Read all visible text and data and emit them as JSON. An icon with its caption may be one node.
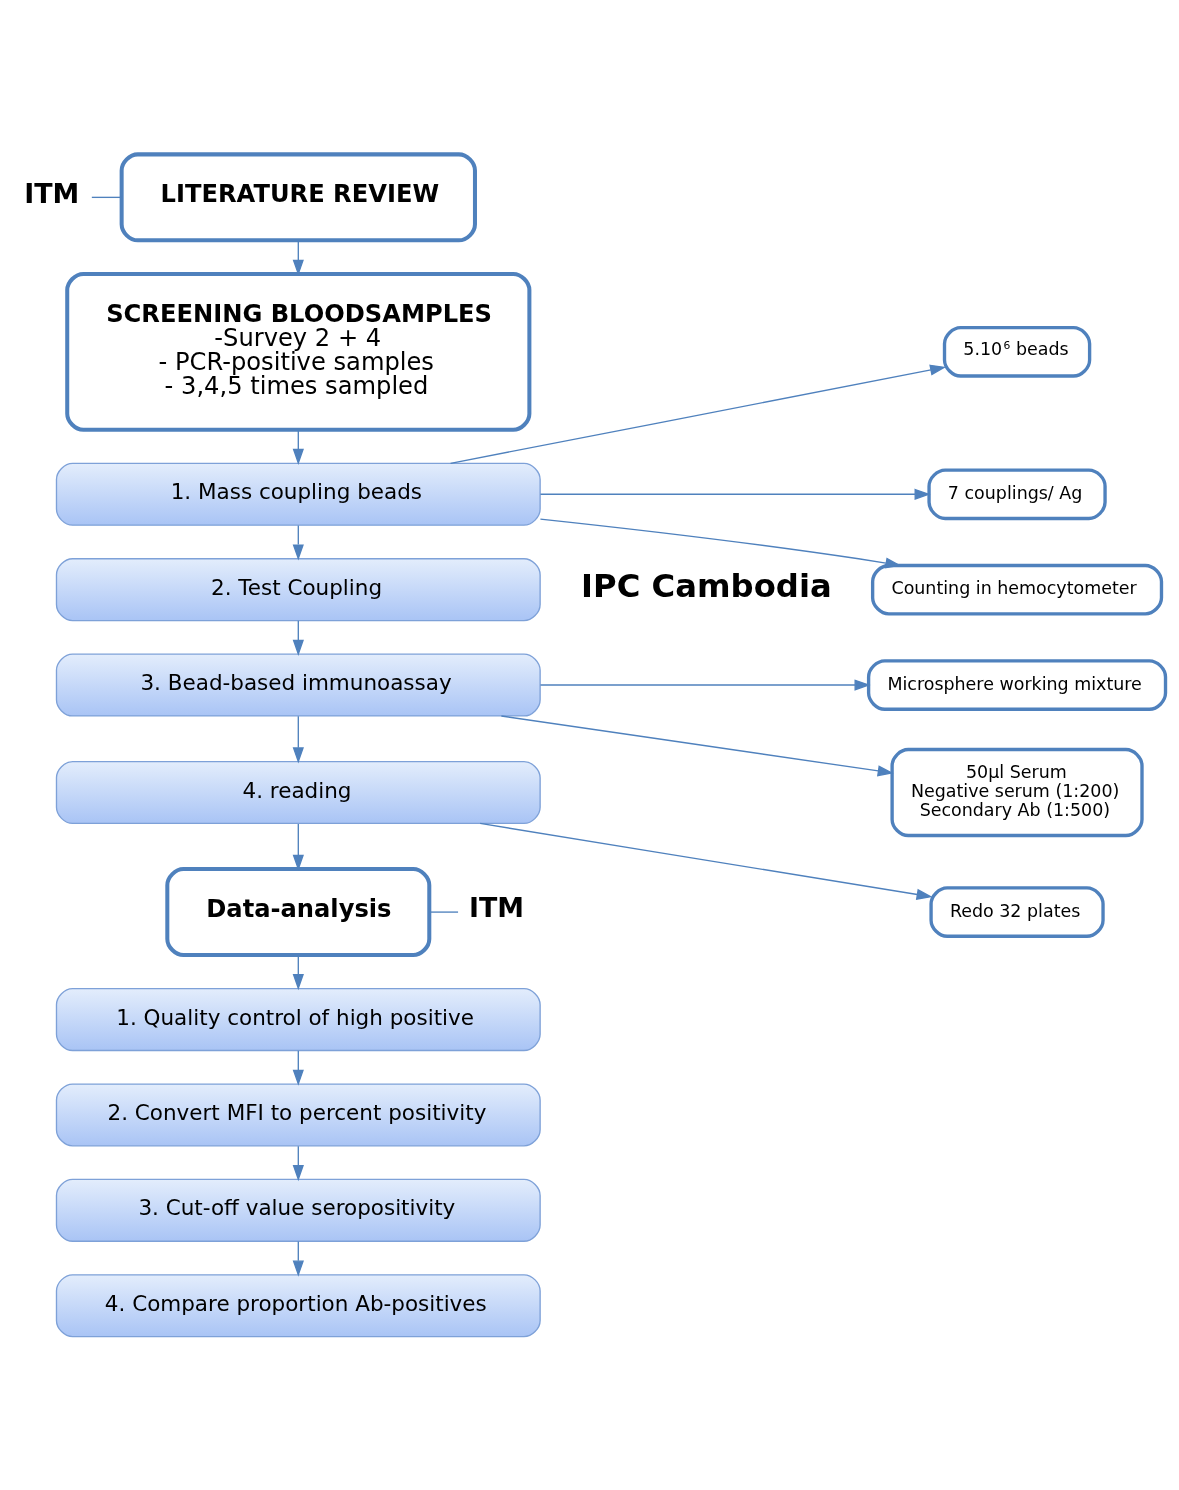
{
  "diagram": {
    "nodes": [
      {
        "text": [
          "ITM"
        ]
      },
      {
        "text": [
          "LITERATURE REVIEW"
        ]
      },
      {
        "text": [
          "SCREENING BLOODSAMPLES",
          "-Survey 2 + 4",
          "- PCR-positive samples",
          "- 3,4,5 times sampled"
        ]
      },
      {
        "text": [
          "1. Mass coupling beads"
        ]
      },
      {
        "text": [
          "2. Test Coupling"
        ]
      },
      {
        "text": [
          "3. Bead-based immunoassay"
        ]
      },
      {
        "text": [
          "4. reading"
        ]
      },
      {
        "text": [
          "ITM"
        ]
      },
      {
        "text": [
          "Data-analysis"
        ]
      },
      {
        "text": [
          "1. Quality control of high positive"
        ]
      },
      {
        "text": [
          "2. Convert MFI to percent positivity"
        ]
      },
      {
        "text": [
          "3. Cut-off value seropositivity"
        ]
      },
      {
        "text": [
          "4. Compare proportion Ab-positives"
        ]
      },
      {
        "text": [
          "5.10$^{6}$ beads"
        ]
      },
      {
        "text": [
          "7 couplings/ Ag"
        ]
      },
      {
        "text": [
          "Counting in hemocytometer"
        ]
      },
      {
        "text": [
          "Microsphere working mixture"
        ]
      },
      {
        "text": [
          "50µl Serum",
          "Negative serum (1:200)",
          "Secondary Ab (1:500)"
        ]
      },
      {
        "text": [
          "Redo 32 plates"
        ]
      }
    ],
    "edges": [
      {
        "from": 0,
        "to": 1,
        "arrow": "none"
      },
      {
        "from": 1,
        "to": 2,
        "arrow": "to"
      },
      {
        "from": 2,
        "to": 3,
        "arrow": "to"
      },
      {
        "from": 3,
        "to": 4,
        "arrow": "to"
      },
      {
        "from": 4,
        "to": 5,
        "arrow": "to"
      },
      {
        "from": 5,
        "to": 6,
        "arrow": "to"
      },
      {
        "from": 6,
        "to": 8,
        "arrow": "to"
      },
      {
        "from": 7,
        "to": 8,
        "arrow": "none"
      },
      {
        "from": 8,
        "to": 9,
        "arrow": "to"
      },
      {
        "from": 9,
        "to": 10,
        "arrow": "to"
      },
      {
        "from": 10,
        "to": 11,
        "arrow": "to"
      },
      {
        "from": 11,
        "to": 12,
        "arrow": "to"
      },
      {
        "from": 3,
        "to": 13,
        "arrow": "to"
      },
      {
        "from": 3,
        "to": 14,
        "arrow": "to"
      },
      {
        "from": 3,
        "to": 15,
        "arrow": "to"
      },
      {
        "from": 5,
        "to": 16,
        "arrow": "to"
      },
      {
        "from": 5,
        "to": 17,
        "arrow": "to"
      },
      {
        "from": 6,
        "to": 18,
        "arrow": "to"
      }
    ],
    "labels": [
      "IPC Cambodia"
    ]
  }
}
